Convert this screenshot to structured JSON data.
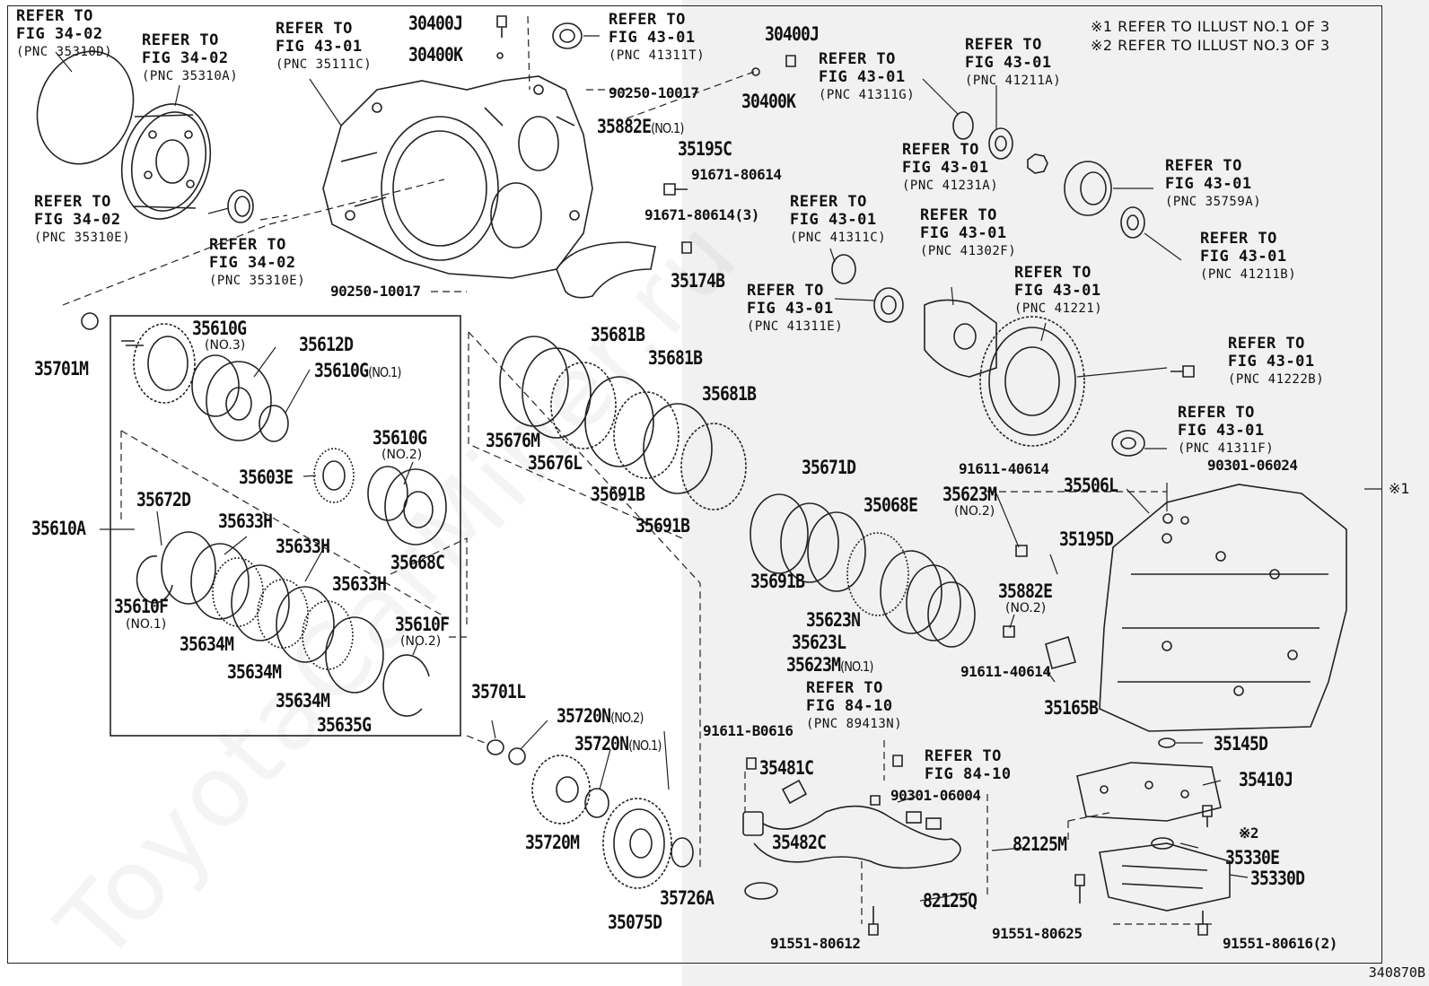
{
  "watermark": "ToyotaCarMiner.ru",
  "diagram_code": "340870B",
  "legend": [
    "※1 REFER TO ILLUST NO.1 OF 3",
    "※2 REFER TO ILLUST NO.3 OF 3"
  ],
  "side_mark": "※1",
  "colors": {
    "line": "#222222",
    "shade": "#f1f1f1",
    "background": "#ffffff"
  },
  "references": [
    {
      "id": "r1",
      "lines": [
        "REFER TO",
        "FIG 34-02"
      ],
      "pnc": "(PNC 35310D)"
    },
    {
      "id": "r2",
      "lines": [
        "REFER TO",
        "FIG 34-02"
      ],
      "pnc": "(PNC 35310A)"
    },
    {
      "id": "r3",
      "lines": [
        "REFER TO",
        "FIG 43-01"
      ],
      "pnc": "(PNC 35111C)"
    },
    {
      "id": "r4",
      "lines": [
        "REFER TO",
        "FIG 43-01"
      ],
      "pnc": "(PNC 41311T)"
    },
    {
      "id": "r5",
      "lines": [
        "REFER TO",
        "FIG 34-02"
      ],
      "pnc": "(PNC 35310E)"
    },
    {
      "id": "r6",
      "lines": [
        "REFER TO",
        "FIG 34-02"
      ],
      "pnc": "(PNC 35310E)"
    },
    {
      "id": "r7",
      "lines": [
        "REFER TO",
        "FIG 43-01"
      ],
      "pnc": "(PNC 41311G)"
    },
    {
      "id": "r8",
      "lines": [
        "REFER TO",
        "FIG 43-01"
      ],
      "pnc": "(PNC 41211A)"
    },
    {
      "id": "r9",
      "lines": [
        "REFER TO",
        "FIG 43-01"
      ],
      "pnc": "(PNC 41231A)"
    },
    {
      "id": "r10",
      "lines": [
        "REFER TO",
        "FIG 43-01"
      ],
      "pnc": "(PNC 35759A)"
    },
    {
      "id": "r11",
      "lines": [
        "REFER TO",
        "FIG 43-01"
      ],
      "pnc": "(PNC 41211B)"
    },
    {
      "id": "r12",
      "lines": [
        "REFER TO",
        "FIG 43-01"
      ],
      "pnc": "(PNC 41311C)"
    },
    {
      "id": "r13",
      "lines": [
        "REFER TO",
        "FIG 43-01"
      ],
      "pnc": "(PNC 41302F)"
    },
    {
      "id": "r14",
      "lines": [
        "REFER TO",
        "FIG 43-01"
      ],
      "pnc": "(PNC 41311E)"
    },
    {
      "id": "r15",
      "lines": [
        "REFER TO",
        "FIG 43-01"
      ],
      "pnc": "(PNC 41221)"
    },
    {
      "id": "r16",
      "lines": [
        "REFER TO",
        "FIG 43-01"
      ],
      "pnc": "(PNC 41222B)"
    },
    {
      "id": "r17",
      "lines": [
        "REFER TO",
        "FIG 43-01"
      ],
      "pnc": "(PNC 41311F)"
    },
    {
      "id": "r18",
      "lines": [
        "REFER TO",
        "FIG 84-10"
      ],
      "pnc": "(PNC 89413N)"
    },
    {
      "id": "r19",
      "lines": [
        "REFER TO",
        "FIG 84-10"
      ],
      "pnc": ""
    }
  ],
  "parts": [
    {
      "id": "p1",
      "code": "30400J",
      "suffix": ""
    },
    {
      "id": "p2",
      "code": "30400K",
      "suffix": ""
    },
    {
      "id": "p3",
      "code": "30400J",
      "suffix": ""
    },
    {
      "id": "p4",
      "code": "30400K",
      "suffix": ""
    },
    {
      "id": "p5",
      "code": "90250-10017",
      "suffix": ""
    },
    {
      "id": "p6",
      "code": "35882E",
      "suffix": "(NO.1)"
    },
    {
      "id": "p7",
      "code": "35195C",
      "suffix": ""
    },
    {
      "id": "p8",
      "code": "91671-80614",
      "suffix": ""
    },
    {
      "id": "p9",
      "code": "91671-80614(3)",
      "suffix": ""
    },
    {
      "id": "p10",
      "code": "35174B",
      "suffix": ""
    },
    {
      "id": "p11",
      "code": "90250-10017",
      "suffix": ""
    },
    {
      "id": "p12",
      "code": "35701M",
      "suffix": ""
    },
    {
      "id": "p13",
      "code": "35610G",
      "suffix": ""
    },
    {
      "id": "p14",
      "code": "35612D",
      "suffix": ""
    },
    {
      "id": "p15",
      "code": "35610G",
      "suffix": "(NO.1)"
    },
    {
      "id": "p16",
      "code": "35603E",
      "suffix": ""
    },
    {
      "id": "p17",
      "code": "35610G",
      "suffix": ""
    },
    {
      "id": "p18",
      "code": "35668C",
      "suffix": ""
    },
    {
      "id": "p19",
      "code": "35610A",
      "suffix": ""
    },
    {
      "id": "p20",
      "code": "35672D",
      "suffix": ""
    },
    {
      "id": "p21",
      "code": "35633H",
      "suffix": ""
    },
    {
      "id": "p22",
      "code": "35633H",
      "suffix": ""
    },
    {
      "id": "p23",
      "code": "35633H",
      "suffix": ""
    },
    {
      "id": "p24",
      "code": "35610F",
      "suffix": ""
    },
    {
      "id": "p25",
      "code": "35634M",
      "suffix": ""
    },
    {
      "id": "p26",
      "code": "35634M",
      "suffix": ""
    },
    {
      "id": "p27",
      "code": "35634M",
      "suffix": ""
    },
    {
      "id": "p28",
      "code": "35610F",
      "suffix": ""
    },
    {
      "id": "p29",
      "code": "35635G",
      "suffix": ""
    },
    {
      "id": "p30",
      "code": "35681B",
      "suffix": ""
    },
    {
      "id": "p31",
      "code": "35681B",
      "suffix": ""
    },
    {
      "id": "p32",
      "code": "35681B",
      "suffix": ""
    },
    {
      "id": "p33",
      "code": "35676M",
      "suffix": ""
    },
    {
      "id": "p34",
      "code": "35676L",
      "suffix": ""
    },
    {
      "id": "p35",
      "code": "35691B",
      "suffix": ""
    },
    {
      "id": "p36",
      "code": "35691B",
      "suffix": ""
    },
    {
      "id": "p37",
      "code": "35671D",
      "suffix": ""
    },
    {
      "id": "p38",
      "code": "35068E",
      "suffix": ""
    },
    {
      "id": "p39",
      "code": "35623M",
      "suffix": ""
    },
    {
      "id": "p40",
      "code": "35691B",
      "suffix": ""
    },
    {
      "id": "p41",
      "code": "35623N",
      "suffix": ""
    },
    {
      "id": "p42",
      "code": "35623L",
      "suffix": ""
    },
    {
      "id": "p43",
      "code": "35623M",
      "suffix": "(NO.1)"
    },
    {
      "id": "p44",
      "code": "91611-40614",
      "suffix": ""
    },
    {
      "id": "p45",
      "code": "90301-06024",
      "suffix": ""
    },
    {
      "id": "p46",
      "code": "35506L",
      "suffix": ""
    },
    {
      "id": "p47",
      "code": "35195D",
      "suffix": ""
    },
    {
      "id": "p48",
      "code": "35882E",
      "suffix": ""
    },
    {
      "id": "p49",
      "code": "91611-40614",
      "suffix": ""
    },
    {
      "id": "p50",
      "code": "35165B",
      "suffix": ""
    },
    {
      "id": "p51",
      "code": "35701L",
      "suffix": ""
    },
    {
      "id": "p52",
      "code": "35720N",
      "suffix": "(NO.2)"
    },
    {
      "id": "p53",
      "code": "35720N",
      "suffix": "(NO.1)"
    },
    {
      "id": "p54",
      "code": "35720M",
      "suffix": ""
    },
    {
      "id": "p55",
      "code": "35075D",
      "suffix": ""
    },
    {
      "id": "p56",
      "code": "35726A",
      "suffix": ""
    },
    {
      "id": "p57",
      "code": "91611-B0616",
      "suffix": ""
    },
    {
      "id": "p58",
      "code": "35481C",
      "suffix": ""
    },
    {
      "id": "p59",
      "code": "90301-06004",
      "suffix": ""
    },
    {
      "id": "p60",
      "code": "35482C",
      "suffix": ""
    },
    {
      "id": "p61",
      "code": "82125M",
      "suffix": ""
    },
    {
      "id": "p62",
      "code": "82125Q",
      "suffix": ""
    },
    {
      "id": "p63",
      "code": "91551-80612",
      "suffix": ""
    },
    {
      "id": "p64",
      "code": "35145D",
      "suffix": ""
    },
    {
      "id": "p65",
      "code": "35410J",
      "suffix": ""
    },
    {
      "id": "p66",
      "code": "※2",
      "suffix": ""
    },
    {
      "id": "p67",
      "code": "35330E",
      "suffix": ""
    },
    {
      "id": "p68",
      "code": "35330D",
      "suffix": ""
    },
    {
      "id": "p69",
      "code": "91551-80625",
      "suffix": ""
    },
    {
      "id": "p70",
      "code": "91551-80616(2)",
      "suffix": ""
    }
  ],
  "sublabels": [
    {
      "id": "s1",
      "text": "(NO.3)"
    },
    {
      "id": "s2",
      "text": "(NO.2)"
    },
    {
      "id": "s3",
      "text": "(NO.1)"
    },
    {
      "id": "s4",
      "text": "(NO.2)"
    },
    {
      "id": "s5",
      "text": "(NO.2)"
    },
    {
      "id": "s6",
      "text": "(NO.2)"
    }
  ]
}
